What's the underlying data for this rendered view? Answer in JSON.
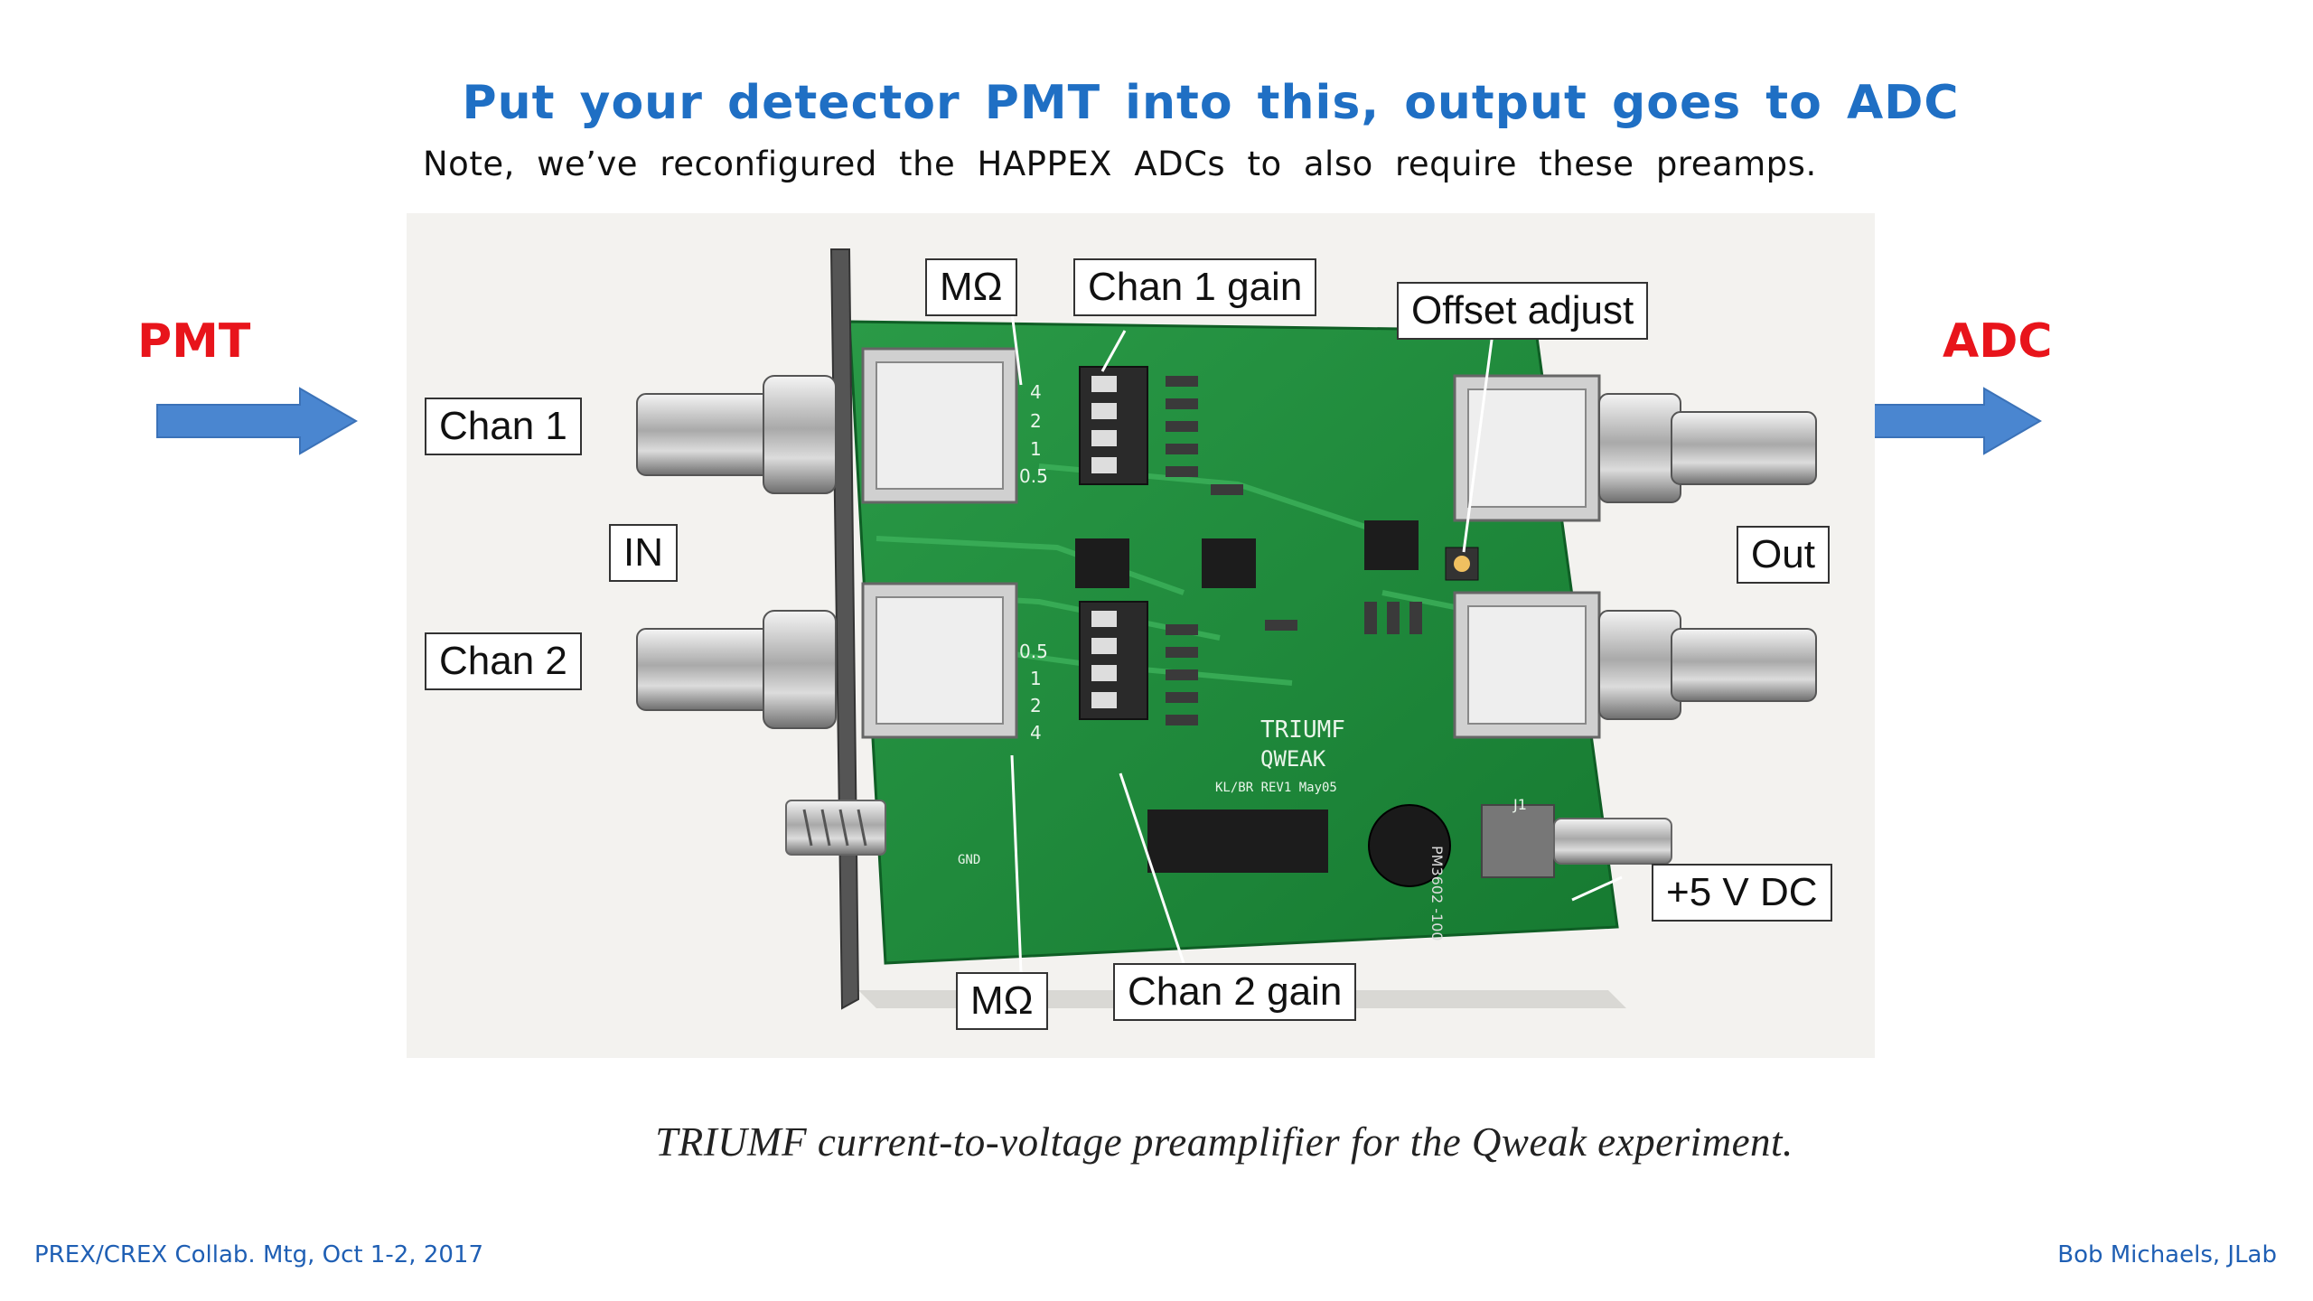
{
  "slide": {
    "title": "Put your detector PMT into this, output goes to ADC",
    "note": "Note, we’ve reconfigured the HAPPEX ADCs to also require these preamps.",
    "left_label": "PMT",
    "right_label": "ADC",
    "caption": "TRIUMF current-to-voltage preamplifier for the Qweak experiment.",
    "footer_left": "PREX/CREX Collab. Mtg, Oct 1-2, 2017",
    "footer_right": "Bob Michaels, JLab"
  },
  "callouts": {
    "chan1": "Chan 1",
    "chan2": "Chan 2",
    "in": "IN",
    "mohm_top": "MΩ",
    "mohm_bottom": "MΩ",
    "chan1_gain": "Chan 1 gain",
    "chan2_gain": "Chan 2 gain",
    "offset_adjust": "Offset adjust",
    "out": "Out",
    "power": "+5 V DC"
  },
  "board": {
    "brand": "TRIUMF",
    "project": "QWEAK",
    "revision": "KL/BR REV1 May05",
    "gain_settings_top": [
      "4",
      "2",
      "1",
      "0.5"
    ],
    "gain_settings_bottom": [
      "0.5",
      "1",
      "2",
      "4"
    ],
    "inductor_label": "PM3602 -100",
    "connector_label": "J1",
    "gnd_label": "GND"
  },
  "colors": {
    "title": "#1f6fc4",
    "side_labels": "#e8141b",
    "arrows": "#4a86d0",
    "footer": "#1f5fb4",
    "pcb": "#1f8a3a"
  }
}
